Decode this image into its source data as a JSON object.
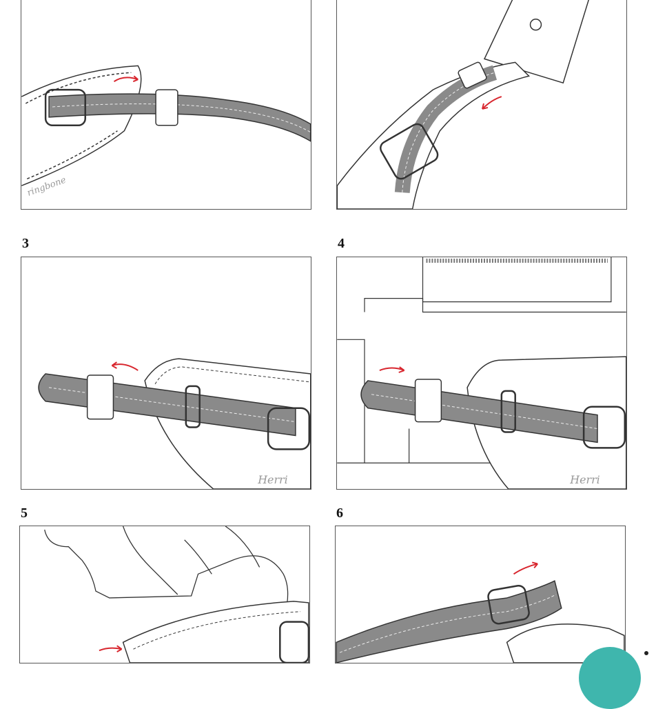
{
  "steps": [
    {
      "number": ""
    },
    {
      "number": ""
    },
    {
      "number": "3"
    },
    {
      "number": "4"
    },
    {
      "number": "5"
    },
    {
      "number": "6"
    }
  ],
  "colors": {
    "strap": "#8a8a8a",
    "arrow": "#d8262e",
    "line": "#333333",
    "accent_button": "#3fb6ad"
  },
  "icons": [
    "red-arrow-icon",
    "strap-loop-icon",
    "camera-body-icon",
    "hand-icon"
  ]
}
